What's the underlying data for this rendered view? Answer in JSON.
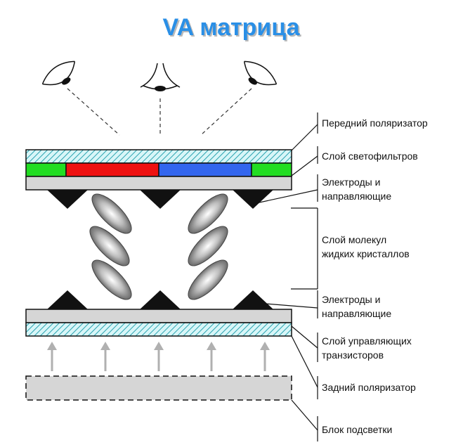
{
  "title": "VA матрица",
  "labels": {
    "front_polarizer": "Передний поляризатор",
    "color_filters": "Слой светофильтров",
    "electrodes_top": [
      "Электроды и",
      "направляющие"
    ],
    "liquid_crystals": [
      "Слой молекул",
      "жидких кристаллов"
    ],
    "electrodes_bottom": [
      "Электроды и",
      "направляющие"
    ],
    "transistors": [
      "Слой управляющих",
      "транзисторов"
    ],
    "rear_polarizer": "Задний поляризатор",
    "backlight": "Блок подсветки"
  },
  "colors": {
    "title": "#2a8fe6",
    "title_shadow": "#b9b9b9",
    "filter_green": "#22dd22",
    "filter_red": "#ee1111",
    "filter_blue": "#3366ee",
    "polarizer_hatch": "#2aa3b0",
    "polarizer_bg": "#d8f6f8",
    "substrate": "#d6d6d6",
    "electrode": "#111111",
    "arrow": "#b0b0b0"
  }
}
